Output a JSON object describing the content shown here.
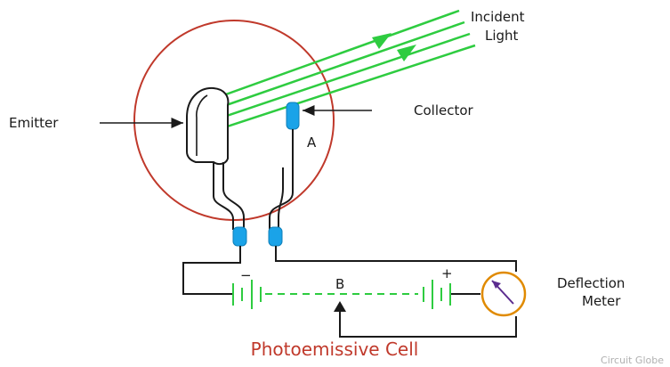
{
  "labels": {
    "incident_line1": "Incident",
    "incident_line2": "Light",
    "emitter": "Emitter",
    "collector": "Collector",
    "point_a": "A",
    "point_b": "B",
    "minus": "−",
    "plus": "+",
    "meter_line1": "Deflection",
    "meter_line2": "Meter"
  },
  "title": "Photoemissive Cell",
  "watermark": "Circuit Globe",
  "colors": {
    "bulb_outline": "#c0392b",
    "light_rays": "#2ecc40",
    "battery": "#2ecc40",
    "electrode_caps": "#1aa3e8",
    "meter_ring": "#e08a00",
    "meter_needle": "#5b2c8f",
    "title": "#c0392b",
    "wire": "#1a1a1a"
  }
}
